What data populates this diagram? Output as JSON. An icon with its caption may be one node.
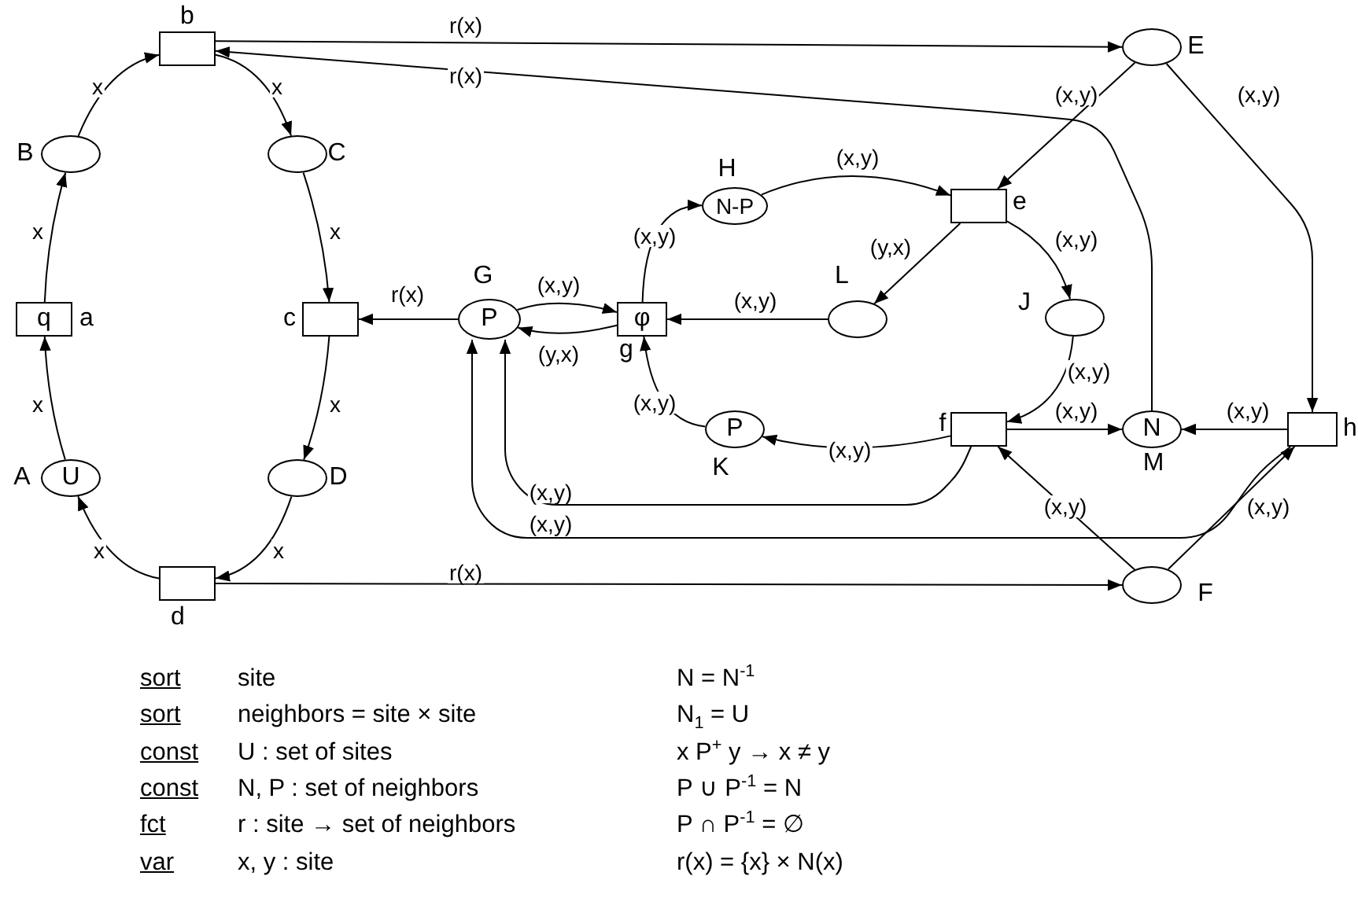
{
  "diagram": {
    "nodes": [
      {
        "text": [],
        "shape": "box",
        "beside": [
          "b"
        ]
      },
      {
        "text": [],
        "shape": "circle",
        "beside": [
          "B"
        ]
      },
      {
        "text": [],
        "shape": "circle",
        "beside": [
          "C"
        ]
      },
      {
        "text": [
          "q"
        ],
        "beside": [
          "a"
        ]
      },
      {
        "text": [],
        "shape": "box",
        "beside": [
          "c"
        ]
      },
      {
        "text": [
          "U"
        ],
        "beside": [
          "A"
        ]
      },
      {
        "text": [],
        "shape": "circle",
        "beside": [
          "D"
        ]
      },
      {
        "text": [],
        "shape": "box",
        "beside": [
          "d"
        ]
      },
      {
        "text": [
          "P"
        ],
        "beside": [
          "G"
        ]
      },
      {
        "text": [
          "φ"
        ],
        "beside": [
          "g"
        ]
      },
      {
        "text": [
          "N-P"
        ],
        "beside": [
          "H"
        ]
      },
      {
        "text": [],
        "shape": "box",
        "beside": [
          "e"
        ]
      },
      {
        "text": [],
        "shape": "circle",
        "beside": [
          "L"
        ]
      },
      {
        "text": [],
        "shape": "circle",
        "beside": [
          "J"
        ]
      },
      {
        "text": [
          "P"
        ],
        "beside": [
          "K"
        ]
      },
      {
        "text": [],
        "shape": "box",
        "beside": [
          "f"
        ]
      },
      {
        "text": [
          "N"
        ],
        "beside": [
          "M"
        ]
      },
      {
        "text": [],
        "shape": "circle",
        "beside": [
          "E"
        ]
      },
      {
        "text": [],
        "shape": "box",
        "beside": [
          "h"
        ]
      },
      {
        "text": [],
        "shape": "circle",
        "beside": [
          "F"
        ]
      }
    ],
    "edges": [
      {
        "from": 1,
        "to": 0,
        "arrow": "to",
        "label": "x"
      },
      {
        "from": 0,
        "to": 2,
        "arrow": "to",
        "label": "x"
      },
      {
        "from": 2,
        "to": 4,
        "arrow": "to",
        "label": "x"
      },
      {
        "from": 4,
        "to": 6,
        "arrow": "to",
        "label": "x"
      },
      {
        "from": 6,
        "to": 7,
        "arrow": "to",
        "label": "x"
      },
      {
        "from": 7,
        "to": 5,
        "arrow": "to",
        "label": "x"
      },
      {
        "from": 5,
        "to": 3,
        "arrow": "to",
        "label": "x"
      },
      {
        "from": 3,
        "to": 1,
        "arrow": "to",
        "label": "x"
      },
      {
        "from": 0,
        "to": 17,
        "arrow": "to",
        "label": "r(x)"
      },
      {
        "from": 16,
        "to": 0,
        "arrow": "to",
        "label": "r(x)"
      },
      {
        "from": 8,
        "to": 4,
        "arrow": "to",
        "label": "r(x)"
      },
      {
        "from": 7,
        "to": 19,
        "arrow": "to",
        "label": "r(x)"
      },
      {
        "from": 8,
        "to": 9,
        "arrow": "to",
        "label": "(x,y)"
      },
      {
        "from": 9,
        "to": 8,
        "arrow": "to",
        "label": "(y,x)"
      },
      {
        "from": 12,
        "to": 9,
        "arrow": "to",
        "label": "(x,y)"
      },
      {
        "from": 9,
        "to": 10,
        "arrow": "to",
        "label": "(x,y)"
      },
      {
        "from": 14,
        "to": 9,
        "arrow": "to",
        "label": "(x,y)"
      },
      {
        "from": 10,
        "to": 11,
        "arrow": "to",
        "label": "(x,y)"
      },
      {
        "from": 11,
        "to": 12,
        "arrow": "to",
        "label": "(y,x)"
      },
      {
        "from": 11,
        "to": 13,
        "arrow": "to",
        "label": "(x,y)"
      },
      {
        "from": 17,
        "to": 11,
        "arrow": "to",
        "label": "(x,y)"
      },
      {
        "from": 17,
        "to": 18,
        "arrow": "to",
        "label": "(x,y)"
      },
      {
        "from": 13,
        "to": 15,
        "arrow": "to",
        "label": "(x,y)"
      },
      {
        "from": 15,
        "to": 16,
        "arrow": "to",
        "label": "(x,y)"
      },
      {
        "from": 18,
        "to": 16,
        "arrow": "to",
        "label": "(x,y)"
      },
      {
        "from": 15,
        "to": 14,
        "arrow": "to",
        "label": "(x,y)"
      },
      {
        "from": 15,
        "to": 8,
        "arrow": "to",
        "label": "(x,y)"
      },
      {
        "from": 18,
        "to": 8,
        "arrow": "to",
        "label": "(x,y)"
      },
      {
        "from": 19,
        "to": 15,
        "arrow": "to",
        "label": "(x,y)"
      },
      {
        "from": 19,
        "to": 18,
        "arrow": "to",
        "label": "(x,y)"
      }
    ],
    "labels": [
      "sort",
      "site",
      "N = N$^{-1}$",
      "sort",
      "neighbors = site × site",
      "N$_{1}$ = U",
      "const",
      "U : set of sites",
      "x P$^{+}$ y → x ≠ y",
      "const",
      "N, P : set of neighbors",
      "P ∪ P$^{-1}$ = N",
      "fct",
      "r : site → set of neighbors",
      "P ∩ P$^{-1}$ = ∅",
      "var",
      "x, y : site",
      "r(x) = {x} × N(x)"
    ]
  }
}
